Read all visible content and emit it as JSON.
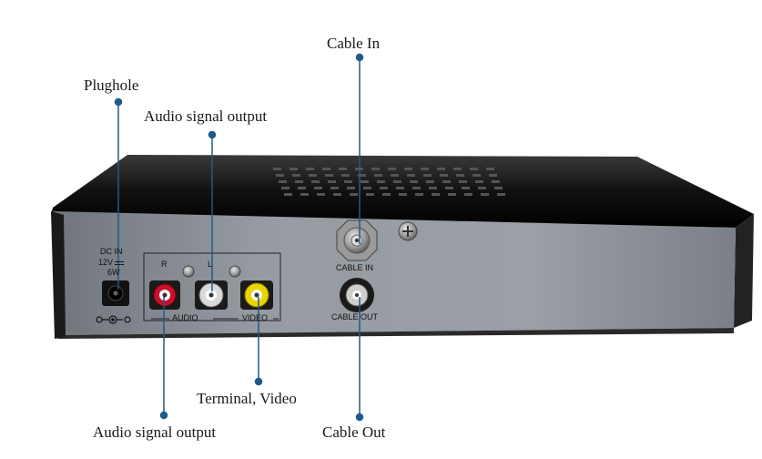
{
  "callouts": {
    "cable_in": "Cable In",
    "plughole": "Plughole",
    "audio_out_left": "Audio signal output",
    "audio_out_right": "Audio signal output",
    "terminal_video": "Terminal, Video",
    "cable_out": "Cable Out"
  },
  "panel": {
    "dc_in": "DC IN",
    "voltage": "12V",
    "wattage": "6W",
    "jack_r": "R",
    "jack_l": "L",
    "audio": "AUDIO",
    "video": "VIDEO",
    "cable_in": "CABLE IN",
    "cable_out": "CABLE OUT"
  },
  "colors": {
    "leader_line": "#1f5a8a",
    "jack_red": "#c8102e",
    "jack_white": "#f2f2f2",
    "jack_yellow": "#e8d400",
    "panel_face": "#8f959b",
    "case_top": "#111111"
  }
}
